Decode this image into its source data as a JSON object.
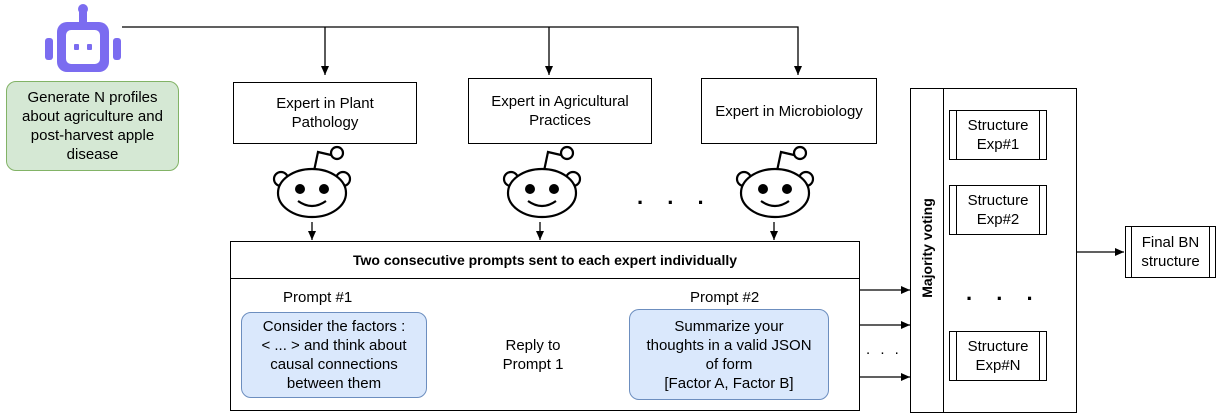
{
  "generator_text": "Generate N profiles\nabout agriculture and\npost-harvest apple\ndisease",
  "experts": [
    "Expert in Plant\nPathology",
    "Expert in Agricultural\nPractices",
    "Expert in Microbiology"
  ],
  "ellipsis": ". . .",
  "small_ellipsis": ". . .",
  "prompts_title": "Two consecutive prompts sent to each expert individually",
  "prompt1_label": "Prompt #1",
  "prompt2_label": "Prompt #2",
  "prompt1_text": "Consider the factors :\n< ... > and think about\ncausal connections\nbetween them",
  "reply_text": "Reply to\nPrompt 1",
  "prompt2_text": "Summarize your\nthoughts in a valid JSON\nof form\n[Factor A, Factor B]",
  "voting_label": "Majority voting",
  "structures": [
    "Structure\nExp#1",
    "Structure\nExp#2",
    "Structure\nExp#N"
  ],
  "structures_ellipsis": ". . .",
  "final_text": "Final BN\nstructure",
  "colors": {
    "robot": "#7b6cf0",
    "green_fill": "#d5e8d4",
    "blue_fill": "#dae8fc"
  }
}
